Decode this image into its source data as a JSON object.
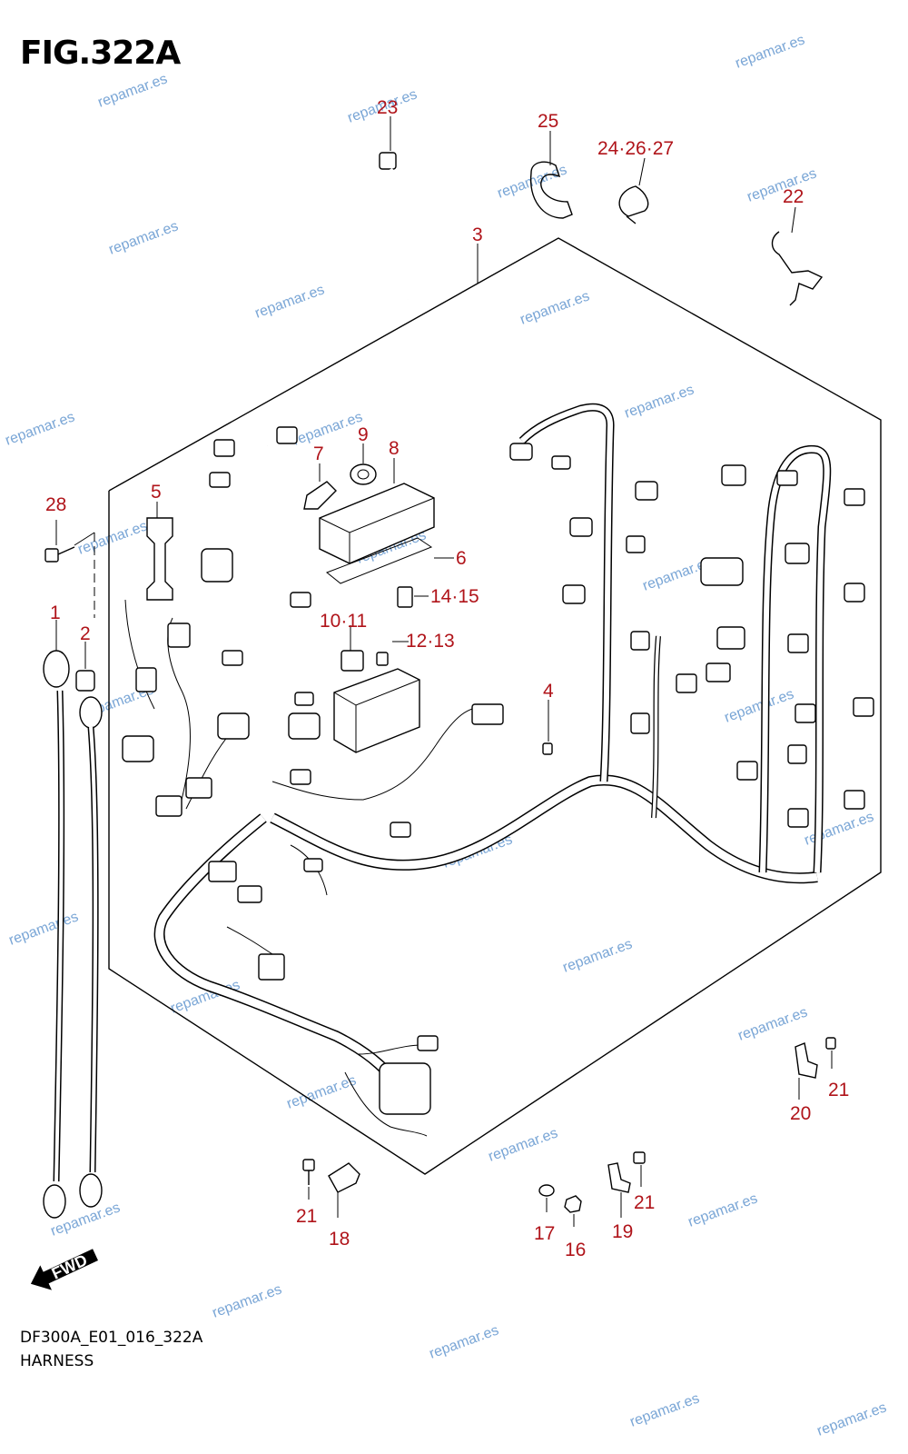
{
  "figure": {
    "title": "FIG.322A",
    "code": "DF300A_E01_016_322A",
    "name": "HARNESS"
  },
  "fwd_label": "FWD",
  "watermark": "repamar.es",
  "callouts": {
    "c1": "1",
    "c2": "2",
    "c3": "3",
    "c4": "4",
    "c5": "5",
    "c6": "6",
    "c7": "7",
    "c8": "8",
    "c9": "9",
    "c10_11": "10·11",
    "c12_13": "12·13",
    "c14_15": "14·15",
    "c16": "16",
    "c17": "17",
    "c18": "18",
    "c19": "19",
    "c20": "20",
    "c21a": "21",
    "c21b": "21",
    "c21c": "21",
    "c22": "22",
    "c23": "23",
    "c24_26_27": "24·26·27",
    "c25": "25",
    "c28": "28"
  },
  "colors": {
    "callout": "#b0141a",
    "watermark": "#7aa6d6",
    "line": "#000000"
  }
}
